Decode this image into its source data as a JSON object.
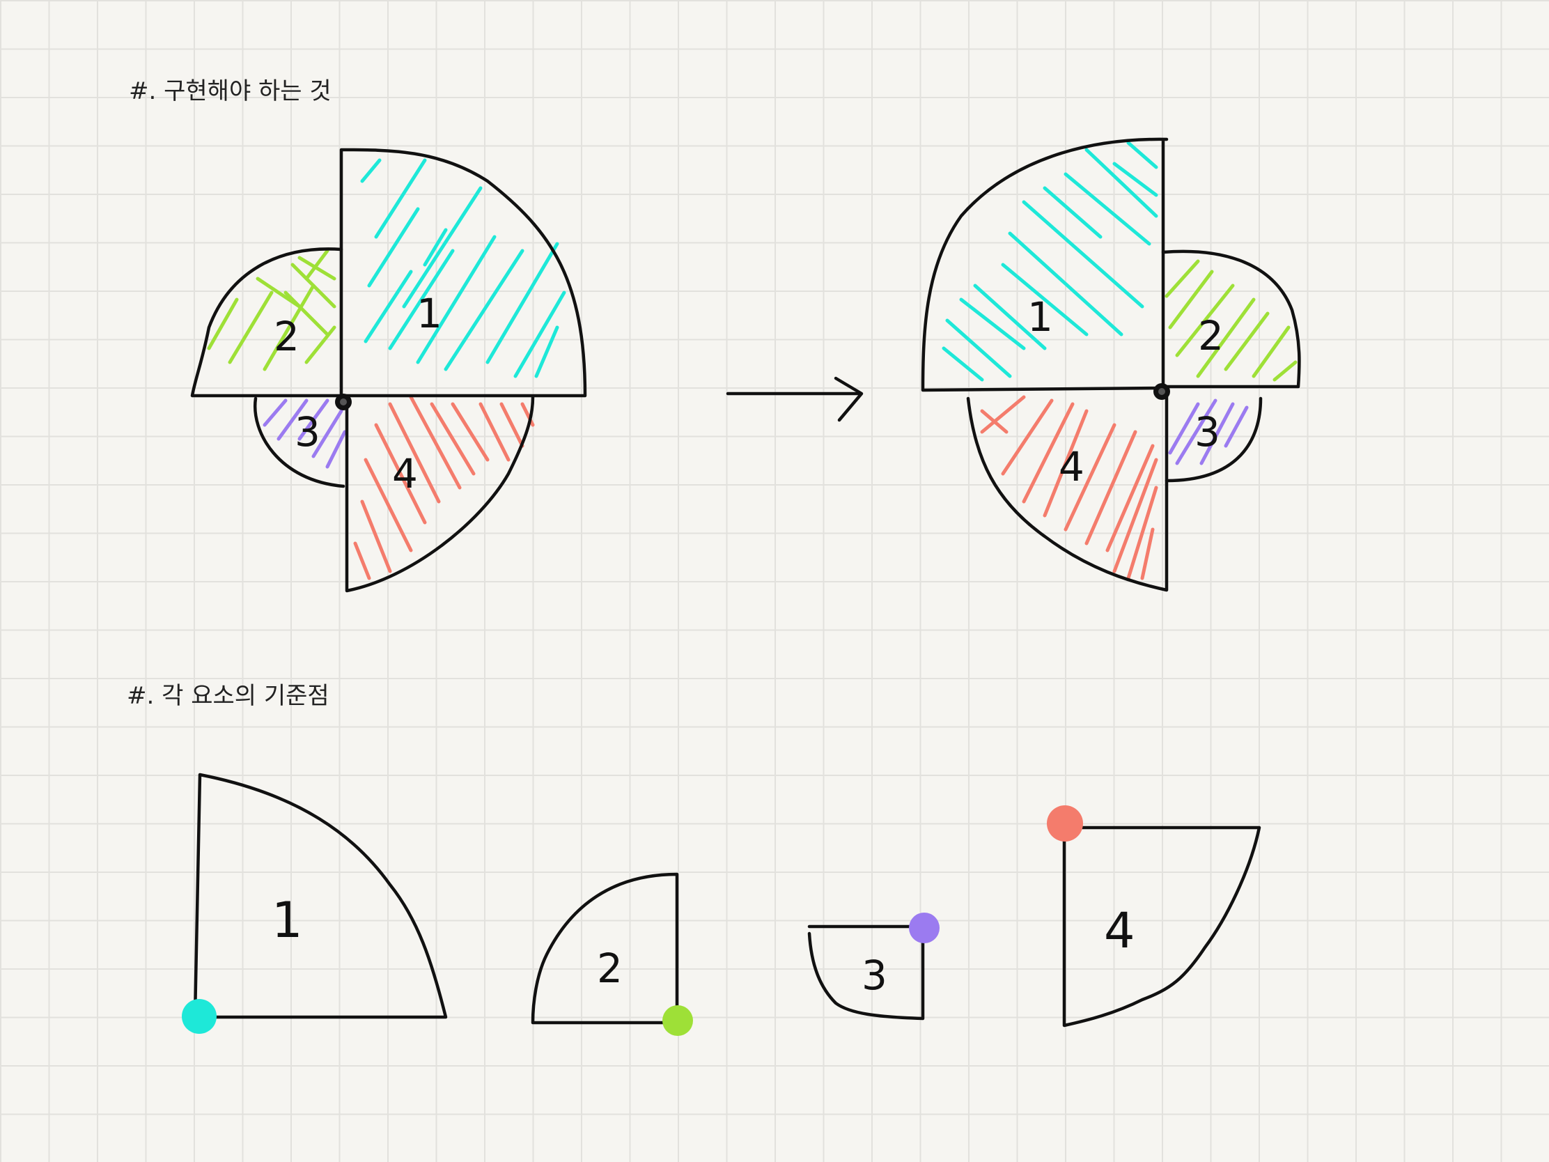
{
  "sections": {
    "top_title": "#. 구현해야 하는 것",
    "bottom_title": "#. 각 요소의 기준점"
  },
  "top_left": {
    "labels": [
      "1",
      "2",
      "3",
      "4"
    ]
  },
  "top_right": {
    "labels": [
      "1",
      "2",
      "3",
      "4"
    ]
  },
  "anchors": {
    "labels": [
      "1",
      "2",
      "3",
      "4"
    ]
  },
  "colors": {
    "shape_1": "#1ee8d8",
    "shape_2": "#9ee037",
    "shape_3": "#9b7bf0",
    "shape_4": "#f47c6c",
    "ink": "#111111"
  }
}
